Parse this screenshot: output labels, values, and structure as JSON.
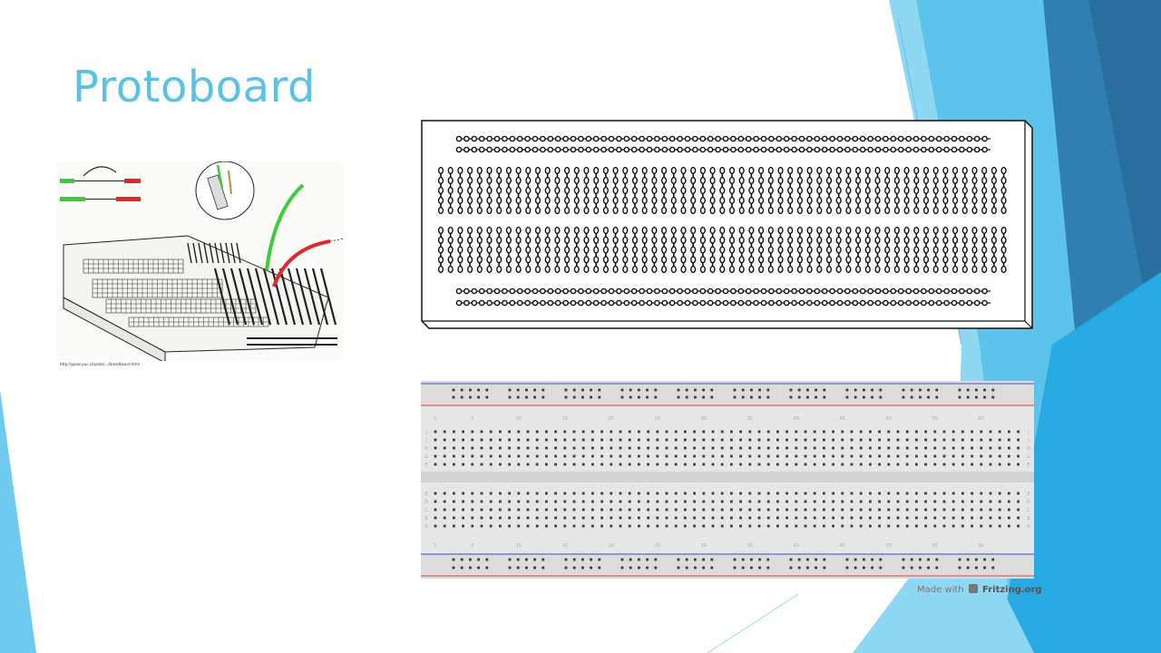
{
  "slide": {
    "title": "Protoboard",
    "image_caption": "http://guias.puc.cl/proto/.../breadboard.html",
    "credit_prefix": "Made with",
    "credit_brand": "Fritzing.org"
  },
  "colors": {
    "title": "#5bc2e7",
    "accent_light": "#7dd3f0",
    "accent_mid": "#29abe2",
    "accent_dark": "#1f6fa3",
    "rail_blue": "#3b4fd4",
    "rail_red": "#e04040"
  },
  "icons": [
    "fritzing-logo-icon"
  ],
  "fritzing": {
    "column_numbers": [
      "1",
      "5",
      "10",
      "15",
      "20",
      "25",
      "30",
      "35",
      "40",
      "45",
      "50",
      "55",
      "60"
    ],
    "row_letters_top": [
      "J",
      "I",
      "H",
      "G",
      "F"
    ],
    "row_letters_bottom": [
      "E",
      "D",
      "C",
      "B",
      "A"
    ]
  }
}
